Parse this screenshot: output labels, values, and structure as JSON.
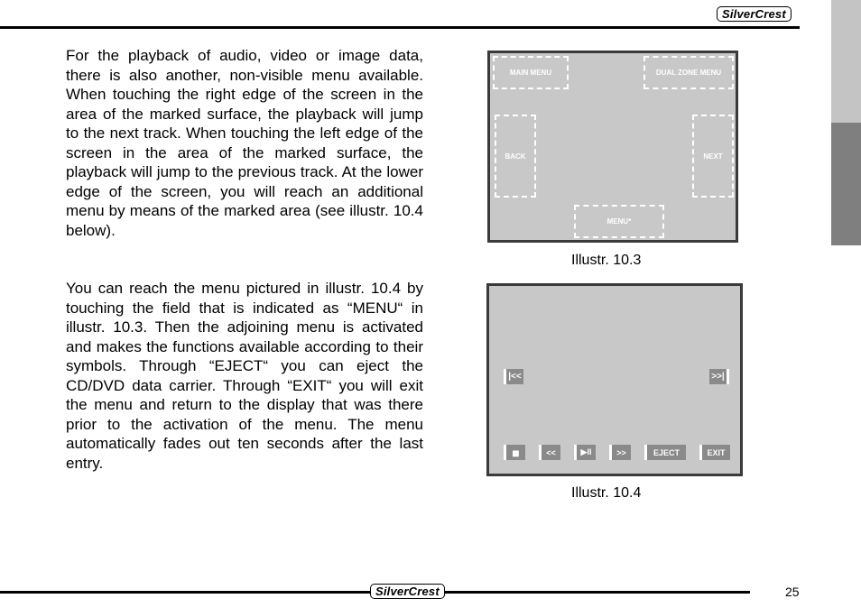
{
  "header": {
    "logo": "SilverCrest"
  },
  "footer": {
    "logo": "SilverCrest",
    "page_number": "25"
  },
  "body": {
    "paragraph_1": "For the playback of audio, video or image data, there is also another, non-visible menu available. When touching the right edge of the screen in the area of the marked surface, the playback will jump to the next track. When touching the left edge of the screen in the area of the marked surface, the playback will jump to the previous track. At the lower edge of the screen, you will reach an additional menu by means of the marked area (see illustr. 10.4 below).",
    "paragraph_2": "You can reach the menu pictured in illustr. 10.4 by touching the field that is indicated as “MENU“ in illustr. 10.3. Then the adjoining menu is activated and makes the functions available according to their symbols. Through “EJECT“ you can eject the CD/DVD data carrier. Through “EXIT“ you will exit the menu and return to the display that was there prior to the activation of the menu. The menu automatically fades out ten seconds after the last entry."
  },
  "illustration_1": {
    "caption": "Illustr. 10.3",
    "zones": {
      "main_menu": "MAIN MENU",
      "dual_zone_menu": "DUAL ZONE MENU",
      "back": "BACK",
      "next": "NEXT",
      "menu": "MENU*"
    }
  },
  "illustration_2": {
    "caption": "Illustr. 10.4",
    "controls": {
      "prev_track": "|<<",
      "next_track": ">>|",
      "stop": "■",
      "rewind": "<<",
      "play_pause": "▶II",
      "forward": ">>",
      "eject": "EJECT",
      "exit": "EXIT"
    }
  },
  "colors": {
    "tab_light": "#c4c4c4",
    "tab_dark": "#7f7f7f",
    "screen_bg": "#c8c8c8"
  }
}
